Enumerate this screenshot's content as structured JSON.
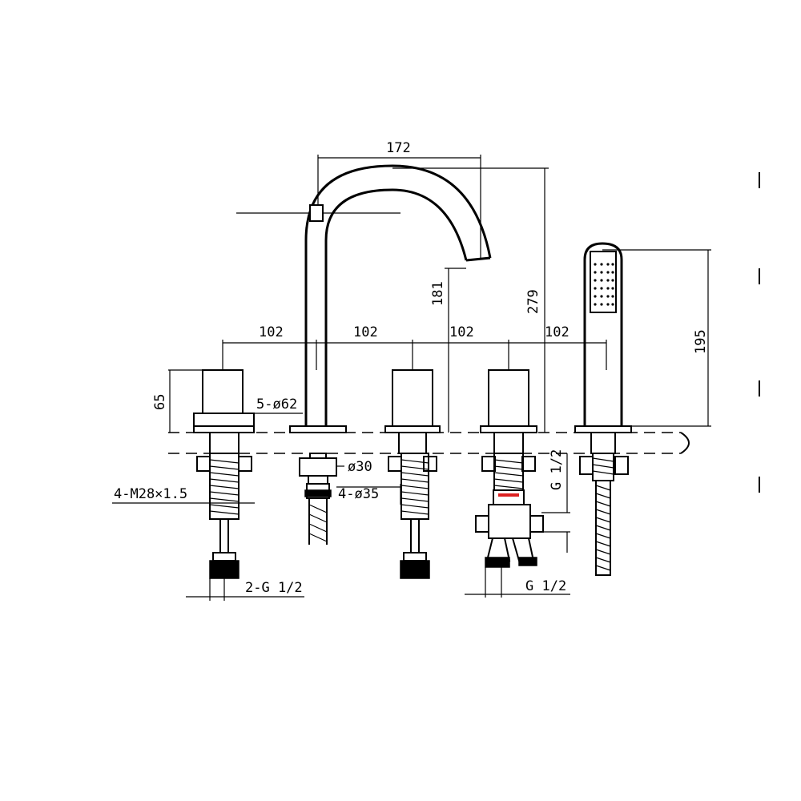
{
  "dimensions": {
    "spout_reach": "172",
    "spout_outlet_height": "181",
    "spout_total_height": "279",
    "handshower_height": "195",
    "handle_height": "65",
    "spacing_1": "102",
    "spacing_2": "102",
    "spacing_3": "102",
    "spacing_4": "102"
  },
  "callouts": {
    "hole_diameter": "5-ø62",
    "spout_tube_diameter": "ø30",
    "flange_diameter": "4-ø35",
    "mount_thread": "4-M28×1.5",
    "inlet_connections": "2-G 1/2",
    "diverter_inlet_upper": "G 1/2",
    "diverter_outlet_lower": "G 1/2"
  }
}
